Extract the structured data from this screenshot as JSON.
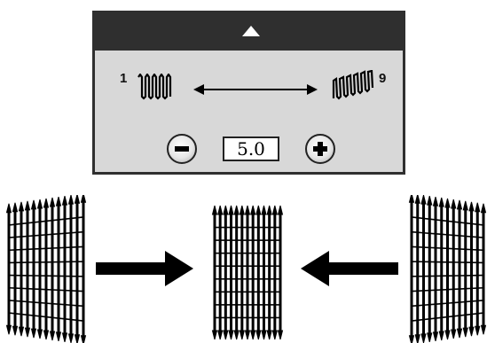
{
  "panel": {
    "header": {
      "icon": "triangle-up-icon"
    },
    "range": {
      "min_label": "1",
      "max_label": "9",
      "min_icon": "narrow-stitch-icon",
      "max_icon": "wide-stitch-icon",
      "arrow_icon": "double-arrow-icon"
    },
    "stepper": {
      "decrease_icon": "minus-icon",
      "increase_icon": "plus-icon",
      "value": "5.0"
    }
  },
  "illustration": {
    "left_fabric": "fabric-slanted-left",
    "center_fabric": "fabric-straight",
    "right_fabric": "fabric-slanted-right",
    "left_arrow": "arrow-right-icon",
    "right_arrow": "arrow-left-icon"
  },
  "colors": {
    "panel_background": "#d8d8d8",
    "header_background": "#2f2f2f",
    "ink": "#000000"
  }
}
